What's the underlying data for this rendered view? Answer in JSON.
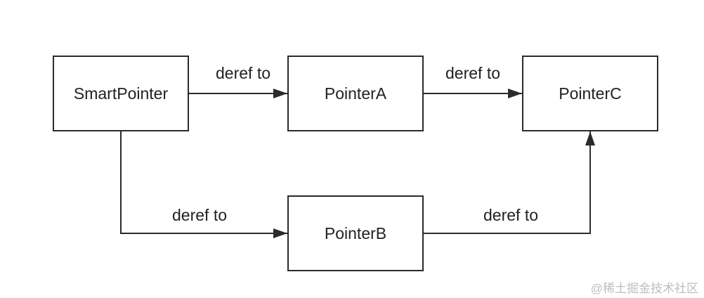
{
  "nodes": {
    "smart_pointer": "SmartPointer",
    "pointer_a": "PointerA",
    "pointer_b": "PointerB",
    "pointer_c": "PointerC"
  },
  "edges": {
    "smart_pointer_to_a": "deref to",
    "a_to_c": "deref to",
    "smart_pointer_to_b": "deref to",
    "b_to_c": "deref to"
  },
  "watermark": "@稀土掘金技术社区",
  "colors": {
    "line": "#2b2b2b",
    "text": "#222222",
    "watermark": "#bdbdbd"
  }
}
